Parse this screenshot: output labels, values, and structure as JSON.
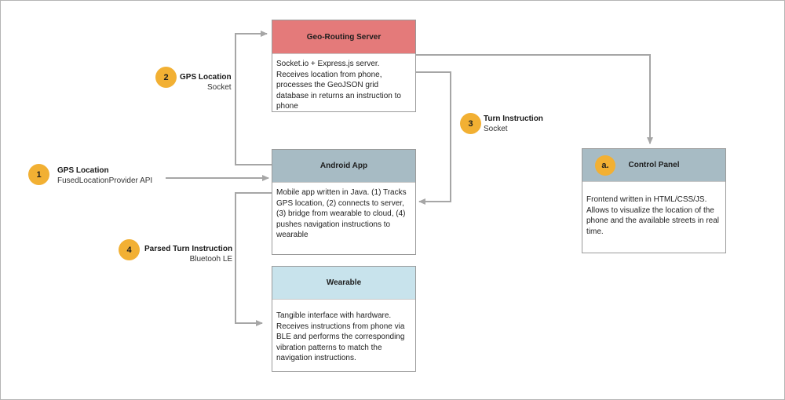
{
  "nodes": {
    "server": {
      "title": "Geo-Routing Server",
      "description": "Socket.io + Express.js server. Receives location from phone, processes the GeoJSON grid database in returns an instruction to phone"
    },
    "android": {
      "title": "Android App",
      "description": "Mobile app written in Java. (1) Tracks GPS location, (2) connects to server, (3) bridge from wearable to cloud, (4) pushes navigation instructions to wearable"
    },
    "wearable": {
      "title": "Wearable",
      "description": "Tangible interface with hardware. Receives instructions from phone via BLE and performs the corresponding vibration patterns to match the navigation instructions."
    },
    "panel": {
      "title": "Control Panel",
      "badge": "a.",
      "description": "Frontend written in HTML/CSS/JS. Allows to visualize the location of the phone and the available streets in real time."
    }
  },
  "steps": [
    {
      "number": "1",
      "title": "GPS Location",
      "subtitle": "FusedLocationProvider API"
    },
    {
      "number": "2",
      "title": "GPS Location",
      "subtitle": "Socket"
    },
    {
      "number": "3",
      "title": "Turn Instruction",
      "subtitle": "Socket"
    },
    {
      "number": "4",
      "title": "Parsed Turn Instruction",
      "subtitle": "Bluetooh LE"
    }
  ],
  "colors": {
    "server_header": "#e47a7a",
    "app_header": "#a7bbc4",
    "wearable_header": "#c8e3ec",
    "badge": "#f2b033",
    "connector": "#a6a6a6"
  }
}
